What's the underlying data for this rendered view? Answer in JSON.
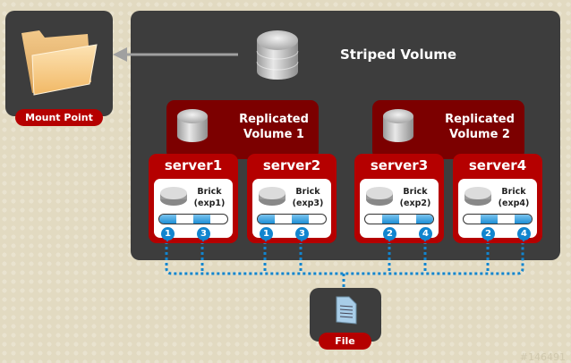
{
  "mount_point": {
    "label": "Mount Point",
    "icon": "folder-icon"
  },
  "striped_volume": {
    "title": "Striped Volume",
    "icon": "database-icon"
  },
  "replicated_volumes": [
    {
      "title_line1": "Replicated",
      "title_line2": "Volume 1",
      "icon": "database-icon"
    },
    {
      "title_line1": "Replicated",
      "title_line2": "Volume 2",
      "icon": "database-icon"
    }
  ],
  "servers": [
    {
      "name": "server1",
      "brick_line1": "Brick",
      "brick_line2": "(exp1)",
      "segments": [
        1,
        3
      ],
      "badges": [
        "1",
        "3"
      ]
    },
    {
      "name": "server2",
      "brick_line1": "Brick",
      "brick_line2": "(exp3)",
      "segments": [
        1,
        3
      ],
      "badges": [
        "1",
        "3"
      ]
    },
    {
      "name": "server3",
      "brick_line1": "Brick",
      "brick_line2": "(exp2)",
      "segments": [
        2,
        4
      ],
      "badges": [
        "2",
        "4"
      ]
    },
    {
      "name": "server4",
      "brick_line1": "Brick",
      "brick_line2": "(exp4)",
      "segments": [
        2,
        4
      ],
      "badges": [
        "2",
        "4"
      ]
    }
  ],
  "file": {
    "label": "File",
    "icon": "document-icon"
  },
  "watermark": "#146491",
  "colors": {
    "accent_red": "#b50000",
    "dark_red": "#7c0000",
    "panel": "#3d3d3d",
    "link_blue": "#1185cf"
  }
}
